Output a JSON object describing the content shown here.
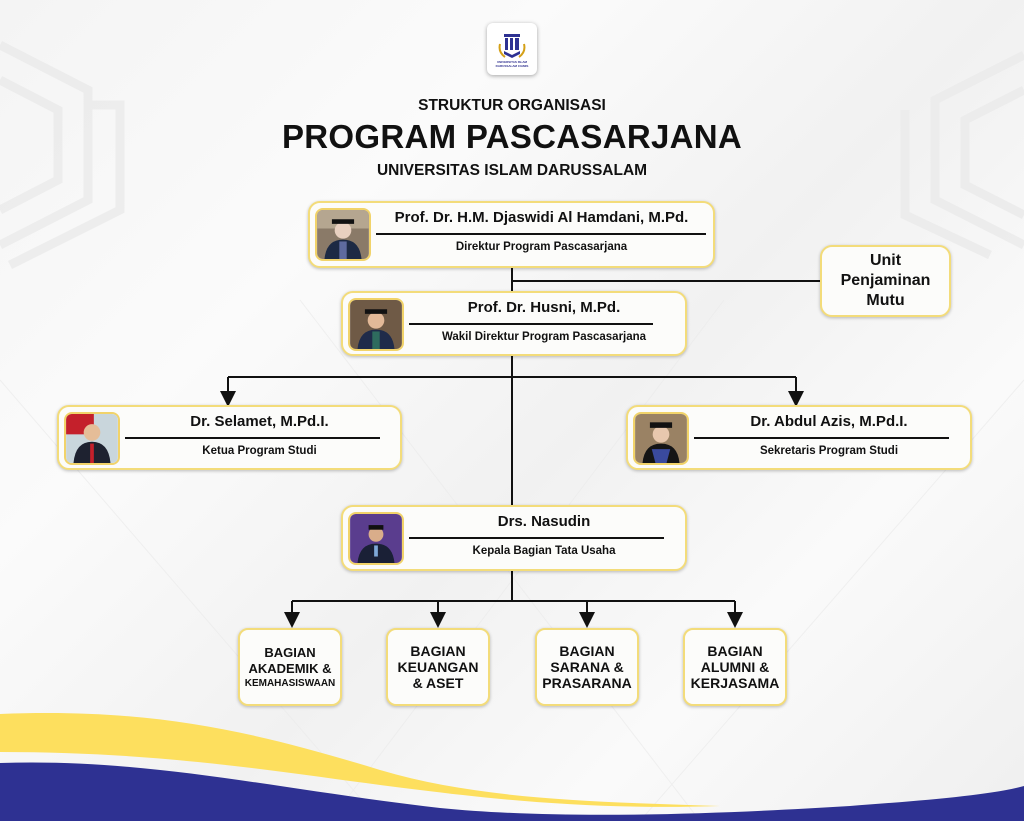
{
  "header": {
    "logo_caption": "UNIVERSITAS ISLAM DARUSSALAM CIAMIS",
    "subtitle_top": "STRUKTUR ORGANISASI",
    "title": "PROGRAM PASCASARJANA",
    "subtitle_bottom": "UNIVERSITAS ISLAM DARUSSALAM"
  },
  "colors": {
    "accent_yellow": "#fcdc5c",
    "card_border": "#f3dc7a",
    "accent_navy": "#2e3192",
    "line": "#111111"
  },
  "org": {
    "director": {
      "name": "Prof. Dr. H.M. Djaswidi Al Hamdani, M.Pd.",
      "role": "Direktur Program Pascasarjana",
      "photo_icon": "person-photo-icon"
    },
    "quality_unit": {
      "lines": [
        "Unit",
        "Penjaminan",
        "Mutu"
      ]
    },
    "vice_director": {
      "name": "Prof. Dr. Husni, M.Pd.",
      "role": "Wakil Direktur Program Pascasarjana",
      "photo_icon": "person-photo-icon"
    },
    "head_program": {
      "name": "Dr. Selamet, M.Pd.I.",
      "role": "Ketua Program Studi",
      "photo_icon": "person-photo-icon"
    },
    "secretary_program": {
      "name": "Dr. Abdul Azis, M.Pd.I.",
      "role": "Sekretaris Program Studi",
      "photo_icon": "person-photo-icon"
    },
    "admin_head": {
      "name": "Drs. Nasudin",
      "role": "Kepala Bagian Tata Usaha",
      "photo_icon": "person-photo-icon"
    },
    "divisions": [
      {
        "lines": [
          "BAGIAN",
          "AKADEMIK &",
          "KEMAHASISWAAN"
        ]
      },
      {
        "lines": [
          "BAGIAN",
          "KEUANGAN",
          "& ASET"
        ]
      },
      {
        "lines": [
          "BAGIAN",
          "SARANA &",
          "PRASARANA"
        ]
      },
      {
        "lines": [
          "BAGIAN",
          "ALUMNI &",
          "KERJASAMA"
        ]
      }
    ]
  }
}
